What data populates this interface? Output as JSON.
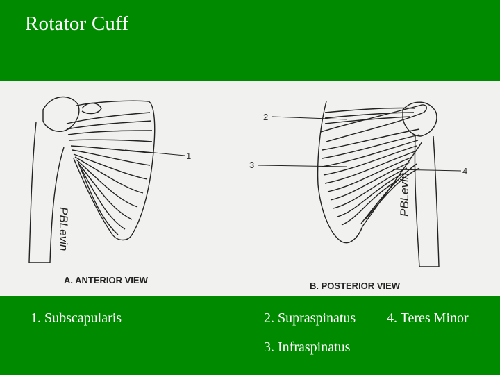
{
  "title": "Rotator Cuff",
  "figure": {
    "anterior_label": "A. ANTERIOR VIEW",
    "posterior_label": "B. POSTERIOR VIEW",
    "signature_left": "PBLevin",
    "signature_right": "PBLevin",
    "callouts": {
      "n1": "1",
      "n2": "2",
      "n3": "3",
      "n4": "4"
    }
  },
  "captions": {
    "subscapularis": "1. Subscapularis",
    "supraspinatus": "2. Supraspinatus",
    "teres_minor": "4. Teres Minor",
    "infraspinatus": "3. Infraspinatus"
  }
}
